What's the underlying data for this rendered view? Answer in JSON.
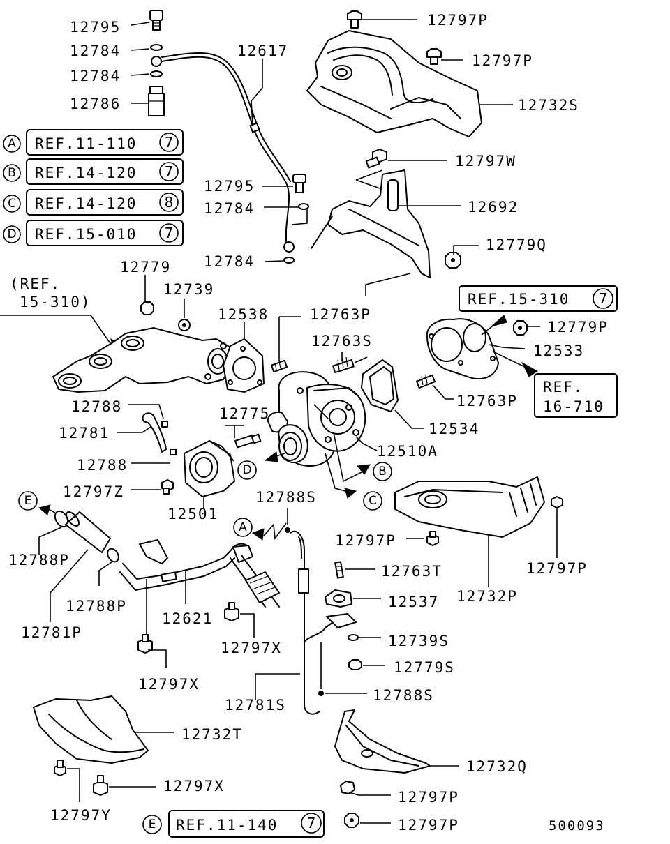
{
  "drawing_id": "500093",
  "part_labels": {
    "p12795_top": "12795",
    "p12784_a": "12784",
    "p12784_b": "12784",
    "p12786": "12786",
    "p12617": "12617",
    "p12795_mid": "12795",
    "p12784_c": "12784",
    "p12784_d": "12784",
    "p12797P_top1": "12797P",
    "p12797P_top2": "12797P",
    "p12732S": "12732S",
    "p12797W": "12797W",
    "p12692": "12692",
    "p12779Q": "12779Q",
    "p12779": "12779",
    "p12739": "12739",
    "p12538": "12538",
    "p12763P_a": "12763P",
    "p12763S": "12763S",
    "p12779P": "12779P",
    "p12533": "12533",
    "p12763P_b": "12763P",
    "p12534": "12534",
    "p12510A": "12510A",
    "p12788_a": "12788",
    "p12775": "12775",
    "p12781": "12781",
    "p12788_b": "12788",
    "p12797Z": "12797Z",
    "p12501": "12501",
    "p12788S_a": "12788S",
    "p12788P_a": "12788P",
    "p12788P_b": "12788P",
    "p12781P": "12781P",
    "p12621": "12621",
    "p12797X_a": "12797X",
    "p12797X_b": "12797X",
    "p12797P_mid": "12797P",
    "p12763T": "12763T",
    "p12537": "12537",
    "p12732P": "12732P",
    "p12797P_right": "12797P",
    "p12739S": "12739S",
    "p12779S": "12779S",
    "p12788S_b": "12788S",
    "p12781S": "12781S",
    "p12732T": "12732T",
    "p12797X_c": "12797X",
    "p12797Y": "12797Y",
    "p12732Q": "12732Q",
    "p12797P_bot1": "12797P",
    "p12797P_bot2": "12797P"
  },
  "ref_boxes": {
    "A": {
      "letter": "A",
      "text": "REF.11-110",
      "num": "7"
    },
    "B": {
      "letter": "B",
      "text": "REF.14-120",
      "num": "7"
    },
    "C": {
      "letter": "C",
      "text": "REF.14-120",
      "num": "8"
    },
    "D": {
      "letter": "D",
      "text": "REF.15-010",
      "num": "7"
    },
    "E": {
      "letter": "E",
      "text": "REF.11-140",
      "num": "7"
    },
    "ref_15_310": {
      "text": "REF.15-310",
      "num": "7"
    }
  },
  "ref_notes": {
    "left_line1": "(REF.",
    "left_line2": "15-310)",
    "right_line1": "REF.",
    "right_line2": "16-710"
  },
  "arrow_letters": {
    "D": "D",
    "B": "B",
    "C": "C",
    "E": "E",
    "A": "A"
  }
}
